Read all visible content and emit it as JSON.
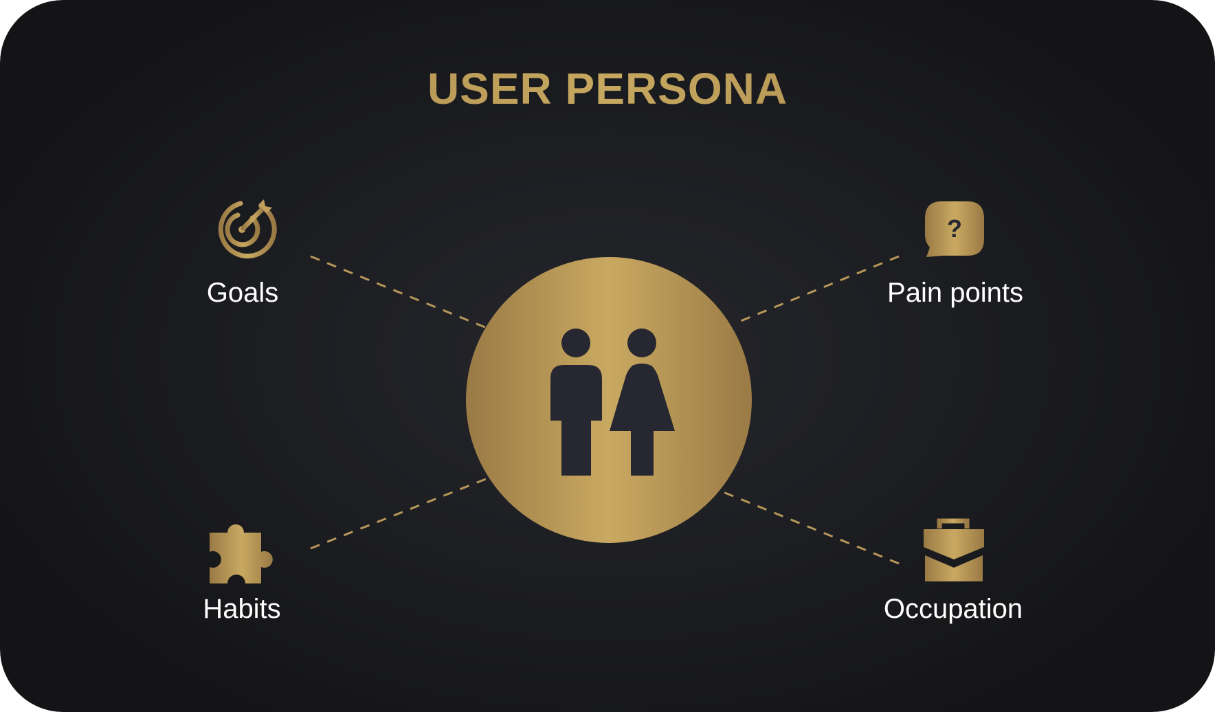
{
  "title": "USER PERSONA",
  "center": {
    "icon": "people-icon"
  },
  "nodes": [
    {
      "label": "Goals",
      "icon": "target-icon"
    },
    {
      "label": "Pain points",
      "icon": "question-bubble-icon"
    },
    {
      "label": "Habits",
      "icon": "puzzle-icon"
    },
    {
      "label": "Occupation",
      "icon": "briefcase-icon"
    }
  ],
  "colors": {
    "accent_dark": "#9a7a45",
    "accent_light": "#c7a860",
    "background": "#1c1d21",
    "label_text": "#ffffff",
    "figure_fill": "#262730"
  }
}
